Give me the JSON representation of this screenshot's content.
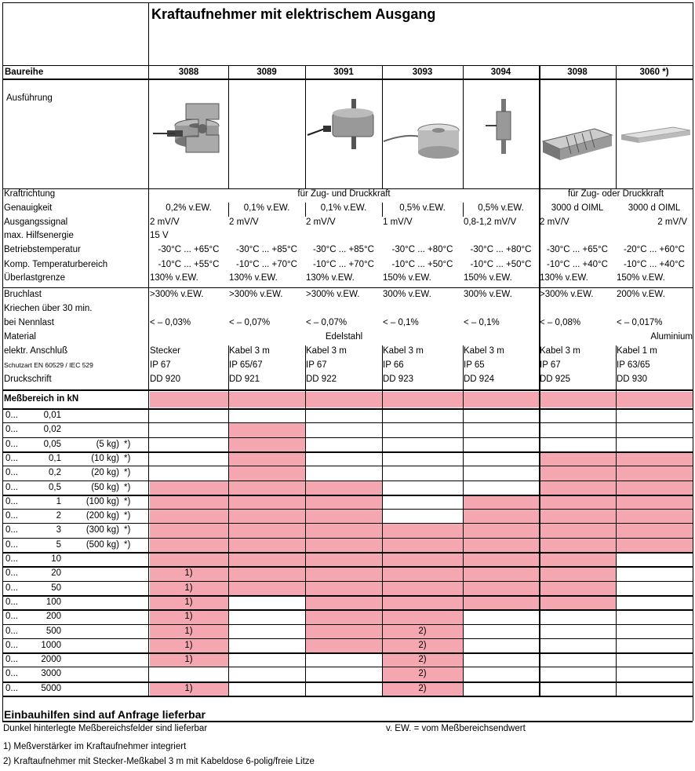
{
  "title": "Kraftaufnehmer mit elektrischem Ausgang",
  "series_label": "Baureihe",
  "series": [
    "3088",
    "3089",
    "3091",
    "3093",
    "3094",
    "3098",
    "3060  *)"
  ],
  "ausfuehrung_label": "Ausführung",
  "photo_icons": [
    "load-cell-3088-photo",
    "load-cell-3089-photo",
    "load-cell-3091-photo",
    "load-cell-3093-photo",
    "load-cell-3094-photo",
    "load-cell-3098-photo",
    "load-cell-3060-photo"
  ],
  "spec_rows": [
    {
      "label": "Kraftrichtung",
      "values": [
        "",
        "",
        "für Zug- und Druckkraft",
        "",
        "",
        "für Zug- oder Druckkraft",
        ""
      ]
    },
    {
      "label": "Genauigkeit",
      "values": [
        "0,2% v.EW.",
        "0,1% v.EW.",
        "0,1% v.EW.",
        "0,5% v.EW.",
        "0,5% v.EW.",
        "3000 d OIML",
        "3000 d OIML"
      ]
    },
    {
      "label": "Ausgangssignal",
      "values": [
        "2 mV/V",
        "2 mV/V",
        "2 mV/V",
        "1 mV/V",
        "0,8-1,2 mV/V",
        "2 mV/V",
        "2 mV/V"
      ]
    },
    {
      "label": "max. Hilfsenergie",
      "values": [
        "15 V",
        "",
        "",
        "",
        "",
        "",
        ""
      ]
    },
    {
      "label": "Betriebstemperatur",
      "values": [
        "-30°C ... +65°C",
        "-30°C ... +85°C",
        "-30°C ... +85°C",
        "-30°C ... +80°C",
        "-30°C ... +80°C",
        "-30°C ... +65°C",
        "-20°C ... +60°C"
      ]
    },
    {
      "label": "Komp. Temperaturbereich",
      "values": [
        "-10°C ... +55°C",
        "-10°C ... +70°C",
        "-10°C ... +70°C",
        "-10°C ... +50°C",
        "-10°C ... +50°C",
        "-10°C ... +40°C",
        "-10°C ... +40°C"
      ]
    },
    {
      "label": "Überlastgrenze",
      "values": [
        "130% v.EW.",
        "130% v.EW.",
        "130% v.EW.",
        "150% v.EW.",
        "150% v.EW.",
        "130% v.EW.",
        "150% v.EW."
      ]
    },
    {
      "label": "Bruchlast",
      "values": [
        ">300% v.EW.",
        ">300% v.EW.",
        ">300% v.EW.",
        "300% v.EW.",
        "300% v.EW.",
        ">300% v.EW.",
        "200% v.EW."
      ]
    },
    {
      "label": "Kriechen über 30 min.",
      "values": [
        "",
        "",
        "",
        "",
        "",
        "",
        ""
      ]
    },
    {
      "label": "bei Nennlast",
      "values": [
        "< – 0,03%",
        "< – 0,07%",
        "< – 0,07%",
        "< – 0,1%",
        "< – 0,1%",
        "< – 0,08%",
        "< – 0,017%"
      ]
    },
    {
      "label": "Material",
      "values": [
        "",
        "",
        "",
        "Edelstahl",
        "",
        "",
        "Aluminium"
      ]
    },
    {
      "label": "elektr. Anschluß",
      "values": [
        "Stecker",
        "Kabel 3 m",
        "Kabel 3 m",
        "Kabel 3 m",
        "Kabel 3 m",
        "Kabel 3 m",
        "Kabel  1 m"
      ]
    },
    {
      "label": "Schutzart  EN 60529 / IEC 529",
      "values": [
        "IP 67",
        "IP 65/67",
        "IP 67",
        "IP 66",
        "IP 65",
        "IP 67",
        "IP 63/65"
      ]
    },
    {
      "label": "Druckschrift",
      "values": [
        "DD 920",
        "DD 921",
        "DD 922",
        "DD 923",
        "DD 924",
        "DD 925",
        "DD 930"
      ]
    }
  ],
  "range_header": "Meßbereich in kN",
  "range_rows": [
    {
      "prefix": "0...",
      "value": "0,01",
      "kg": "",
      "star": "",
      "fill": [
        0,
        0,
        0,
        0,
        0,
        0,
        0
      ],
      "notes": [
        "",
        "",
        "",
        "",
        "",
        "",
        ""
      ]
    },
    {
      "prefix": "0...",
      "value": "0,02",
      "kg": "",
      "star": "",
      "fill": [
        0,
        1,
        0,
        0,
        0,
        0,
        0
      ],
      "notes": [
        "",
        "",
        "",
        "",
        "",
        "",
        ""
      ]
    },
    {
      "prefix": "0...",
      "value": "0,05",
      "kg": "(5 kg)",
      "star": "*)",
      "fill": [
        0,
        1,
        0,
        0,
        0,
        0,
        0
      ],
      "notes": [
        "",
        "",
        "",
        "",
        "",
        "",
        ""
      ]
    },
    {
      "prefix": "0...",
      "value": "0,1",
      "kg": "(10 kg)",
      "star": "*)",
      "fill": [
        0,
        1,
        0,
        0,
        0,
        1,
        1
      ],
      "notes": [
        "",
        "",
        "",
        "",
        "",
        "",
        ""
      ]
    },
    {
      "prefix": "0...",
      "value": "0,2",
      "kg": "(20 kg)",
      "star": "*)",
      "fill": [
        0,
        1,
        0,
        0,
        0,
        1,
        1
      ],
      "notes": [
        "",
        "",
        "",
        "",
        "",
        "",
        ""
      ]
    },
    {
      "prefix": "0...",
      "value": "0,5",
      "kg": "(50 kg)",
      "star": "*)",
      "fill": [
        1,
        1,
        1,
        0,
        0,
        1,
        1
      ],
      "notes": [
        "",
        "",
        "",
        "",
        "",
        "",
        ""
      ]
    },
    {
      "prefix": "0...",
      "value": "1",
      "kg": "(100 kg)",
      "star": "*)",
      "fill": [
        1,
        1,
        1,
        0,
        1,
        1,
        1
      ],
      "notes": [
        "",
        "",
        "",
        "",
        "",
        "",
        ""
      ]
    },
    {
      "prefix": "0...",
      "value": "2",
      "kg": "(200 kg)",
      "star": "*)",
      "fill": [
        1,
        1,
        1,
        0,
        1,
        1,
        1
      ],
      "notes": [
        "",
        "",
        "",
        "",
        "",
        "",
        ""
      ]
    },
    {
      "prefix": "0...",
      "value": "3",
      "kg": "(300 kg)",
      "star": "*)",
      "fill": [
        1,
        1,
        1,
        1,
        1,
        1,
        1
      ],
      "notes": [
        "",
        "",
        "",
        "",
        "",
        "",
        ""
      ]
    },
    {
      "prefix": "0...",
      "value": "5",
      "kg": "(500 kg)",
      "star": "*)",
      "fill": [
        1,
        1,
        1,
        1,
        1,
        1,
        1
      ],
      "notes": [
        "",
        "",
        "",
        "",
        "",
        "",
        ""
      ]
    },
    {
      "prefix": "0...",
      "value": "10",
      "kg": "",
      "star": "",
      "fill": [
        1,
        1,
        1,
        1,
        1,
        1,
        0
      ],
      "notes": [
        "",
        "",
        "",
        "",
        "",
        "",
        ""
      ]
    },
    {
      "prefix": "0...",
      "value": "20",
      "kg": "",
      "star": "",
      "fill": [
        1,
        1,
        1,
        1,
        1,
        1,
        0
      ],
      "notes": [
        "1)",
        "",
        "",
        "",
        "",
        "",
        ""
      ]
    },
    {
      "prefix": "0...",
      "value": "50",
      "kg": "",
      "star": "",
      "fill": [
        1,
        1,
        1,
        1,
        1,
        1,
        0
      ],
      "notes": [
        "1)",
        "",
        "",
        "",
        "",
        "",
        ""
      ]
    },
    {
      "prefix": "0...",
      "value": "100",
      "kg": "",
      "star": "",
      "fill": [
        1,
        0,
        1,
        1,
        1,
        1,
        0
      ],
      "notes": [
        "1)",
        "",
        "",
        "",
        "",
        "",
        ""
      ]
    },
    {
      "prefix": "0...",
      "value": "200",
      "kg": "",
      "star": "",
      "fill": [
        1,
        0,
        1,
        1,
        0,
        0,
        0
      ],
      "notes": [
        "1)",
        "",
        "",
        "",
        "",
        "",
        ""
      ]
    },
    {
      "prefix": "0...",
      "value": "500",
      "kg": "",
      "star": "",
      "fill": [
        1,
        0,
        1,
        1,
        0,
        0,
        0
      ],
      "notes": [
        "1)",
        "",
        "",
        "2)",
        "",
        "",
        ""
      ]
    },
    {
      "prefix": "0...",
      "value": "1000",
      "kg": "",
      "star": "",
      "fill": [
        1,
        0,
        1,
        1,
        0,
        0,
        0
      ],
      "notes": [
        "1)",
        "",
        "",
        "2)",
        "",
        "",
        ""
      ]
    },
    {
      "prefix": "0...",
      "value": "2000",
      "kg": "",
      "star": "",
      "fill": [
        1,
        0,
        0,
        1,
        0,
        0,
        0
      ],
      "notes": [
        "1)",
        "",
        "",
        "2)",
        "",
        "",
        ""
      ]
    },
    {
      "prefix": "0...",
      "value": "3000",
      "kg": "",
      "star": "",
      "fill": [
        0,
        0,
        0,
        1,
        0,
        0,
        0
      ],
      "notes": [
        "",
        "",
        "",
        "2)",
        "",
        "",
        ""
      ]
    },
    {
      "prefix": "0...",
      "value": "5000",
      "kg": "",
      "star": "",
      "fill": [
        1,
        0,
        0,
        1,
        0,
        0,
        0
      ],
      "notes": [
        "1)",
        "",
        "",
        "2)",
        "",
        "",
        ""
      ]
    }
  ],
  "footer_title": "Einbauhilfen sind auf Anfrage lieferbar",
  "footer_notes": {
    "dark_fields": "Dunkel hinterlegte Meßbereichsfelder sind lieferbar",
    "vew": "v. EW. = vom Meßbereichsendwert",
    "note1": "1) Meßverstärker im Kraftaufnehmer integriert",
    "note2": "2) Kraftaufnehmer mit Stecker-Meßkabel 3 m mit Kabeldose 6-polig/freie Litze"
  },
  "colors": {
    "available": "#f4a7b0",
    "border": "#000000"
  }
}
